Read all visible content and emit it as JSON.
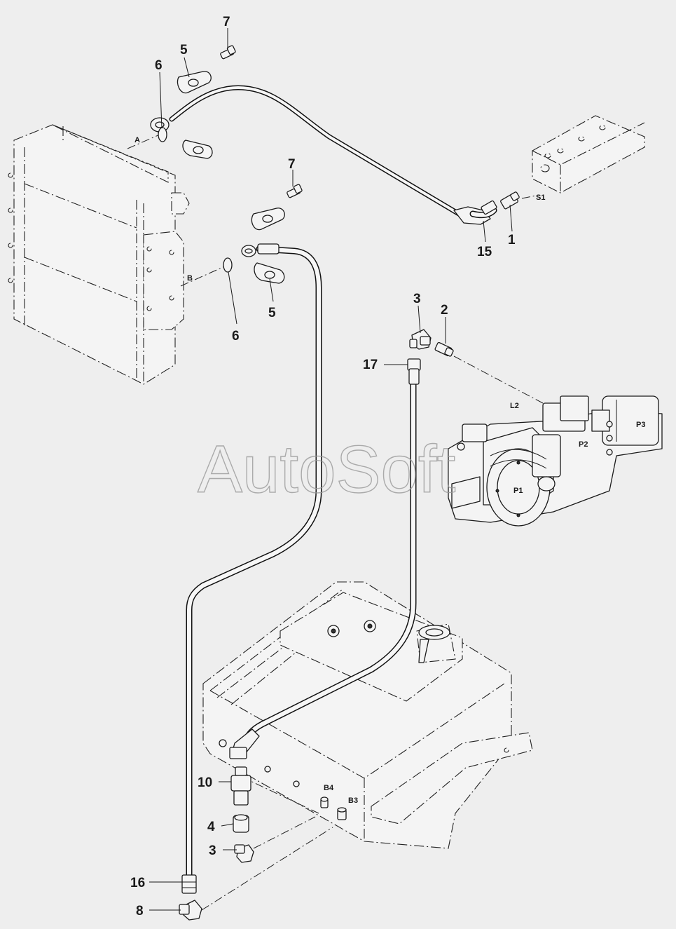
{
  "watermark": "AutoSoft",
  "part_numbers": {
    "n1": "1",
    "n2": "2",
    "n3a": "3",
    "n3b": "3",
    "n4": "4",
    "n5a": "5",
    "n5b": "5",
    "n6a": "6",
    "n6b": "6",
    "n7a": "7",
    "n7b": "7",
    "n8": "8",
    "n10": "10",
    "n15": "15",
    "n16": "16",
    "n17": "17"
  },
  "ports": {
    "a": "A",
    "b": "B",
    "s1": "S1",
    "l2": "L2",
    "p1": "P1",
    "p2": "P2",
    "p3": "P3",
    "b3": "B3",
    "b4": "B4"
  }
}
